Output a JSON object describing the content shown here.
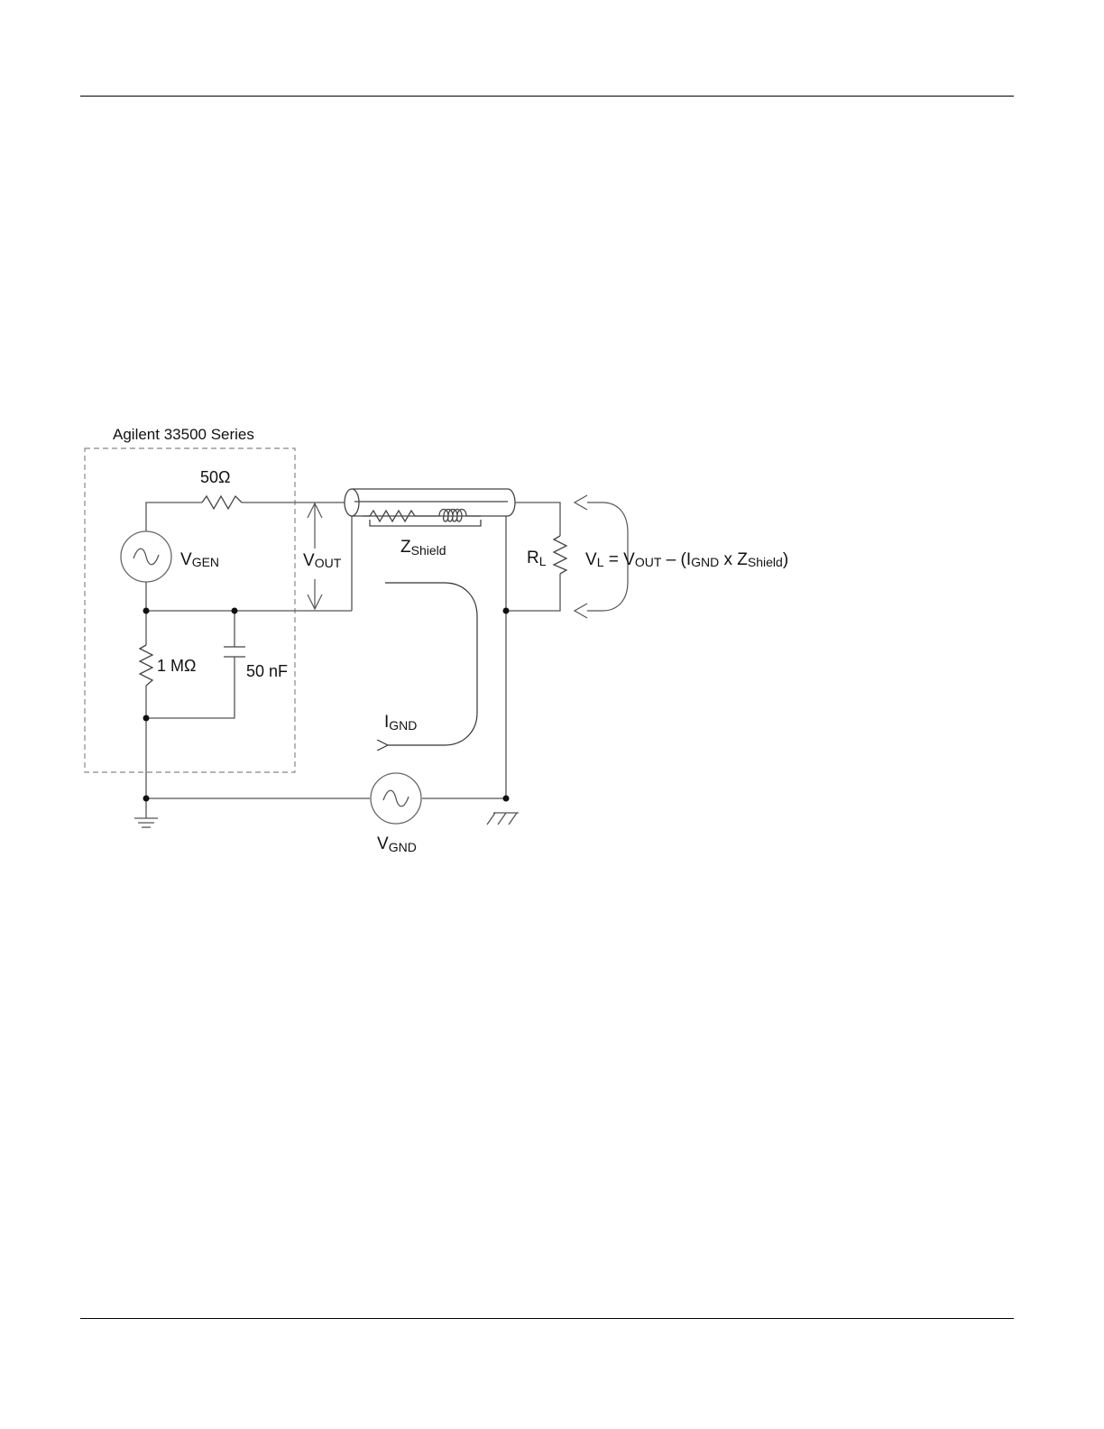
{
  "diagram": {
    "box_title": "Agilent 33500 Series",
    "labels": {
      "r_source": "50Ω",
      "v_gen_main": "V",
      "v_gen_sub": "GEN",
      "v_out_main": "V",
      "v_out_sub": "OUT",
      "z_shield_main": "Z",
      "z_shield_sub": "Shield",
      "r_load_main": "R",
      "r_load_sub": "L",
      "r_ground": "1 MΩ",
      "c_ground": "50 nF",
      "i_gnd_main": "I",
      "i_gnd_sub": "GND",
      "v_gnd_main": "V",
      "v_gnd_sub": "GND"
    },
    "equation": {
      "vl_main": "V",
      "vl_sub": "L",
      "eq_mid": " = V",
      "vout_sub": "OUT",
      "minus_open": " – (I",
      "ignd_sub": "GND",
      "times_z": " x Z",
      "zshield_sub": "Shield",
      "close": ")"
    }
  }
}
